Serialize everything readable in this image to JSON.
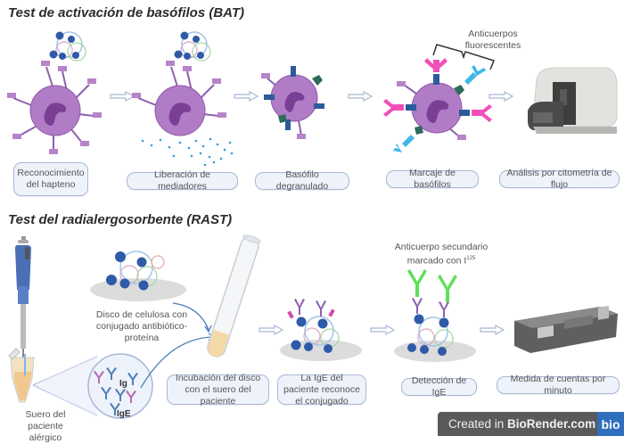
{
  "sections": {
    "bat": {
      "title": "Test de activación de basófilos (BAT)",
      "steps": [
        {
          "label": "Reconocimiento del hapteno"
        },
        {
          "label": "Liberación de mediadores"
        },
        {
          "label": "Basófilo degranulado"
        },
        {
          "label": "Marcaje de basófilos"
        },
        {
          "label": "Análisis por citometría de flujo"
        }
      ],
      "annotation": "Anticuerpos fluorescentes"
    },
    "rast": {
      "title": "Test del radialergosorbente (RAST)",
      "disc_note": "Disco de celulosa con conjugado antibiótico-proteína",
      "serum_note": "Suero del paciente alérgico",
      "ig_label": "Ig",
      "ige_label": "IgE",
      "secondary_note_line1": "Anticuerpo secundario",
      "secondary_note_line2": "marcado con I",
      "secondary_note_sup": "125",
      "steps": [
        {
          "label": "Incubación del disco con el suero del paciente"
        },
        {
          "label": "La IgE del paciente reconoce el conjugado"
        },
        {
          "label": "Detección de IgE"
        },
        {
          "label": "Medida de cuentas por minuto"
        }
      ]
    }
  },
  "watermark": {
    "prefix": "Created in ",
    "brand": "BioRender.com",
    "logo": "bio"
  },
  "colors": {
    "cell": "#b07cc6",
    "nucleus": "#7a3f94",
    "antibody": "#8d5fae",
    "hapten_dot": "#2f5aa8",
    "receptor": "#2b5b9a",
    "granule_marker": "#2e6b5c",
    "fluor_pink": "#f24fb8",
    "fluor_cyan": "#3fb8e8",
    "fluor_green": "#5ee05a",
    "label_border": "#a9b7d6",
    "label_bg": "#eef2fa"
  }
}
